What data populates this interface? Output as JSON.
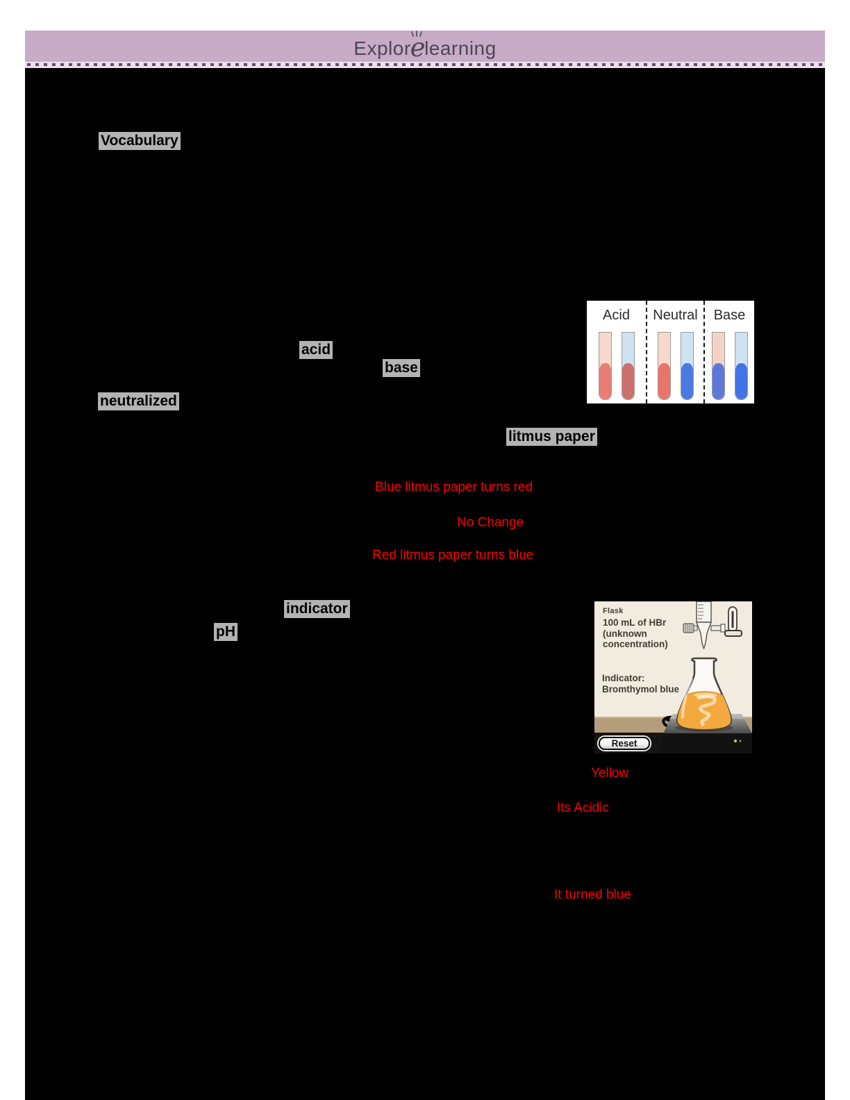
{
  "page": {
    "background": "#000000",
    "margin_color": "#ffffff"
  },
  "header": {
    "banner_color": "#c7abc7",
    "logo": {
      "part1": "Explor",
      "part2": "e",
      "part3": "learning",
      "color": "#4c4653"
    }
  },
  "vocabulary": {
    "title": "Vocabulary"
  },
  "terms": {
    "acid": "acid",
    "base": "base",
    "neutralized": "neutralized",
    "litmus_paper": "litmus paper",
    "indicator": "indicator",
    "ph": "pH"
  },
  "answers": {
    "color": "#fe0000",
    "acid_litmus_result": "Blue litmus paper turns red",
    "neutral_litmus_result": "No Change",
    "base_litmus_result": "Red litmus paper turns blue",
    "indicator_color": "Yellow",
    "solution_type": "Its Acidic",
    "after_base_added": "It turned blue"
  },
  "highlight_color": "#b3b3b3",
  "litmus_figure": {
    "background": "#ffffff",
    "labels": [
      "Acid",
      "Neutral",
      "Base"
    ],
    "tubes": [
      {
        "group": "Acid",
        "paper": "red litmus",
        "top_color": "#f7d8ca",
        "liquid_color": "#e97d74"
      },
      {
        "group": "Acid",
        "paper": "blue litmus",
        "top_color": "#cfe2f2",
        "liquid_color": "#cf706c"
      },
      {
        "group": "Neutral",
        "paper": "red litmus",
        "top_color": "#f7d8ca",
        "liquid_color": "#e9746c"
      },
      {
        "group": "Neutral",
        "paper": "blue litmus",
        "top_color": "#cfe2f2",
        "liquid_color": "#4b79e2"
      },
      {
        "group": "Base",
        "paper": "red litmus",
        "top_color": "#f3d3c6",
        "liquid_color": "#5d78d9"
      },
      {
        "group": "Base",
        "paper": "blue litmus",
        "top_color": "#cfe2f2",
        "liquid_color": "#4473e6"
      }
    ]
  },
  "titration_figure": {
    "background": "#f1ebe0",
    "flask_heading": "Flask",
    "contents_line1": "100 mL of HBr",
    "contents_line2": "(unknown",
    "contents_line3": "concentration)",
    "indicator_line1": "Indicator:",
    "indicator_line2": "Bromthymol blue",
    "reset_button": "Reset",
    "liquid_color": "#f3a93d"
  }
}
